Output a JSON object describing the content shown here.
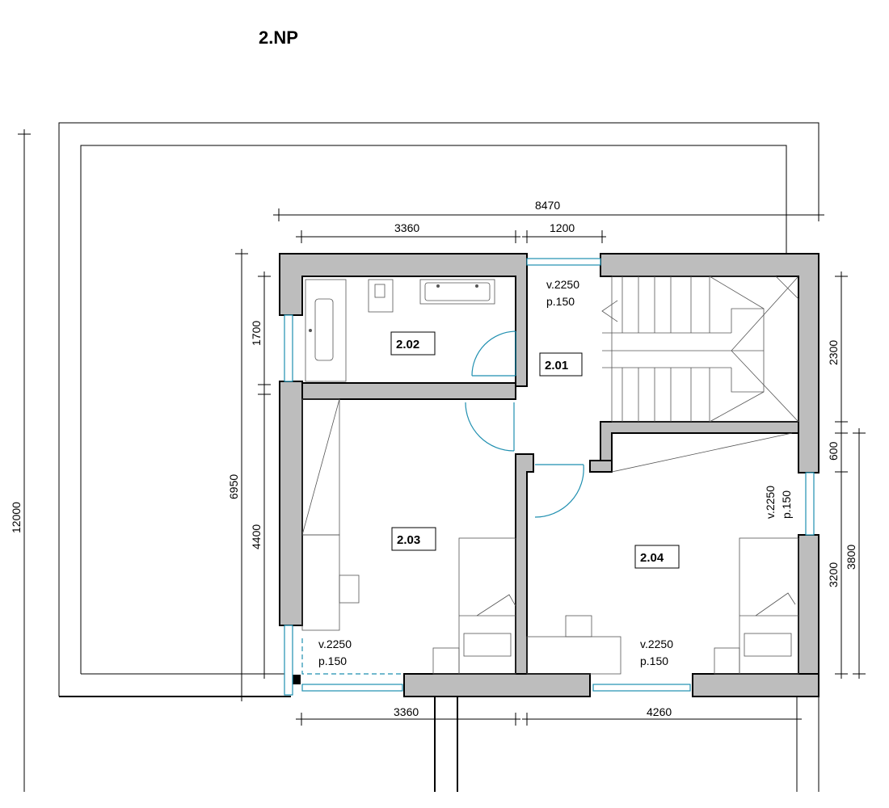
{
  "floor_title": "2.NP",
  "dimensions": {
    "overall_width": "8470",
    "top_left": "3360",
    "top_middle": "1200",
    "bottom_left": "3360",
    "bottom_right": "4260",
    "left_outer": "6950",
    "left_upper": "1700",
    "left_lower": "4400",
    "right_upper": "2300",
    "right_gap": "600",
    "right_lower": "3200",
    "right_outer": "3800",
    "far_left_partial": "12000"
  },
  "rooms": {
    "r201": "2.01",
    "r202": "2.02",
    "r203": "2.03",
    "r204": "2.04"
  },
  "window_notes": {
    "top_v": "v.2250",
    "top_p": "p.150",
    "right_v": "v.2250",
    "right_p": "p.150",
    "left_bottom_v": "v.2250",
    "left_bottom_p": "p.150",
    "right_bottom_v": "v.2250",
    "right_bottom_p": "p.150"
  },
  "colors": {
    "wall": "#bdbdbd",
    "window": "#1f8fb0"
  }
}
